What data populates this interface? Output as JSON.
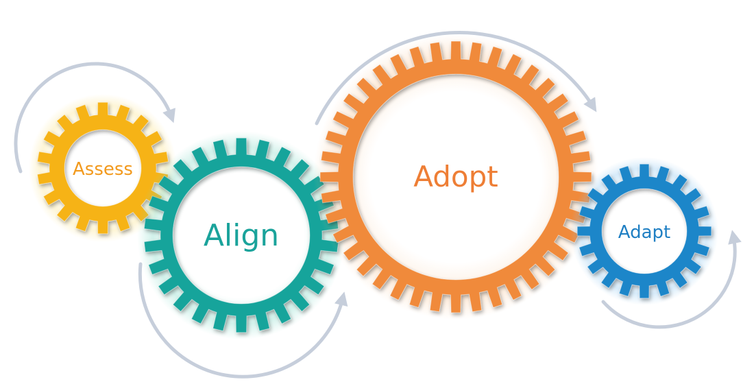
{
  "diagram": {
    "gears": [
      {
        "key": "assess",
        "label": "Assess",
        "color": "#F6B318",
        "text_color": "#F29A1E",
        "teeth": 18
      },
      {
        "key": "align",
        "label": "Align",
        "color": "#19A49B",
        "text_color": "#1AA39B",
        "teeth": 26
      },
      {
        "key": "adopt",
        "label": "Adopt",
        "color": "#F08A3A",
        "text_color": "#EE7E35",
        "teeth": 40
      },
      {
        "key": "adapt",
        "label": "Adapt",
        "color": "#1F86C9",
        "text_color": "#1F7FC3",
        "teeth": 20
      }
    ],
    "arrow_color": "#B9C3D3",
    "background": "#FFFFFF"
  }
}
